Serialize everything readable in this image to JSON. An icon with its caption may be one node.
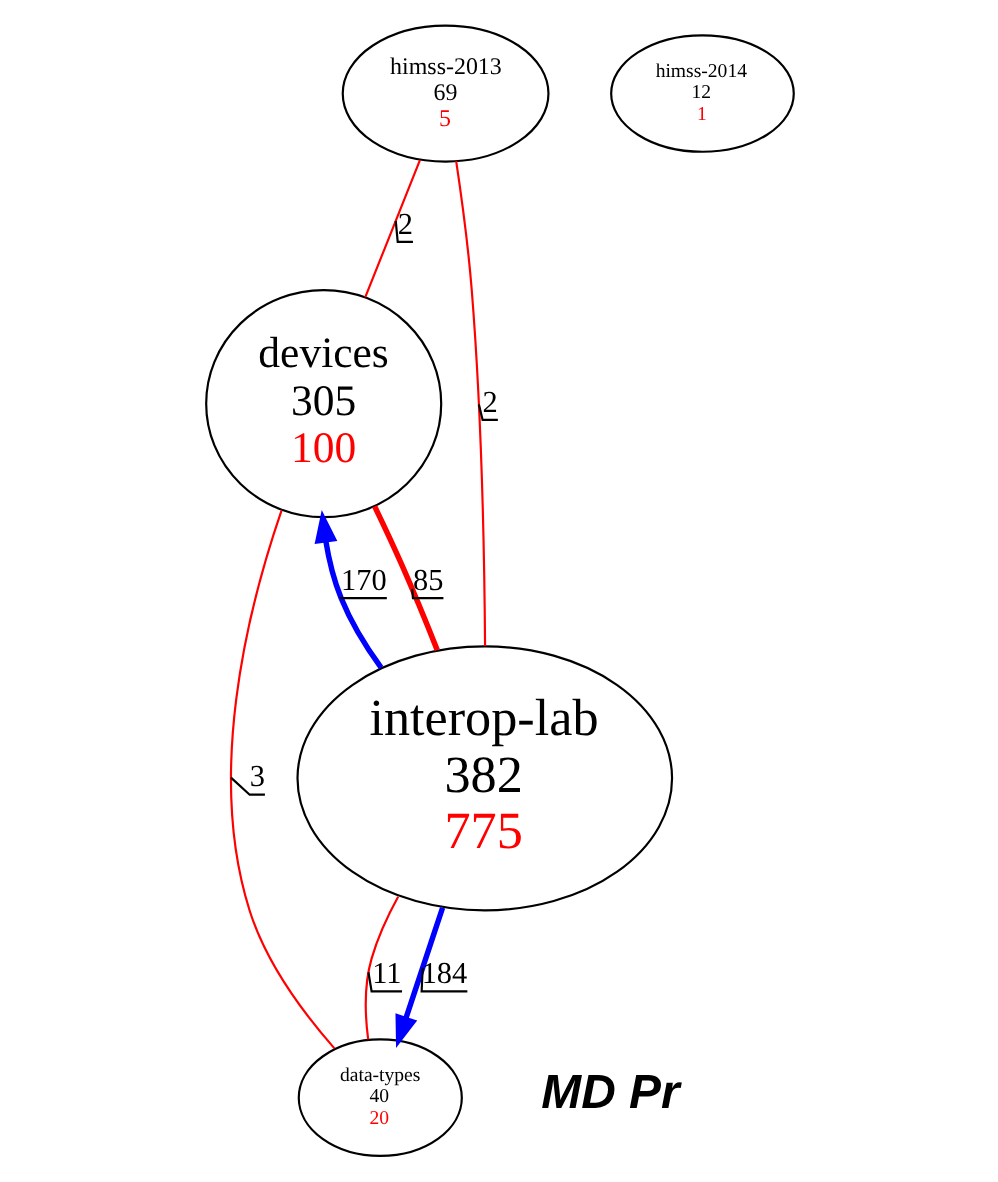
{
  "diagram": {
    "nodes": [
      {
        "text": [
          "himss-2013",
          "69",
          "5"
        ]
      },
      {
        "text": [
          "himss-2014",
          "12",
          "1"
        ]
      },
      {
        "text": [
          "devices",
          "305",
          "100"
        ]
      },
      {
        "text": [
          "interop-lab",
          "382",
          "775"
        ]
      },
      {
        "text": [
          "data-types",
          "40",
          "20"
        ]
      }
    ],
    "edges": [
      {
        "from": 0,
        "to": 2,
        "arrow": "none",
        "label": "2"
      },
      {
        "from": 0,
        "to": 3,
        "arrow": "none",
        "label": "2"
      },
      {
        "from": 2,
        "to": 4,
        "arrow": "none",
        "label": "3"
      },
      {
        "from": 3,
        "to": 2,
        "arrow": "none",
        "label": "85",
        "style": "thick"
      },
      {
        "from": 3,
        "to": 2,
        "arrow": "to",
        "label": "170",
        "style": "thick",
        "color": "#0000ff"
      },
      {
        "from": 3,
        "to": 4,
        "arrow": "to",
        "label": "184",
        "style": "thick",
        "color": "#0000ff"
      },
      {
        "from": 3,
        "to": 4,
        "arrow": "none",
        "label": "11"
      }
    ],
    "labels": [
      "MD Pr"
    ]
  }
}
